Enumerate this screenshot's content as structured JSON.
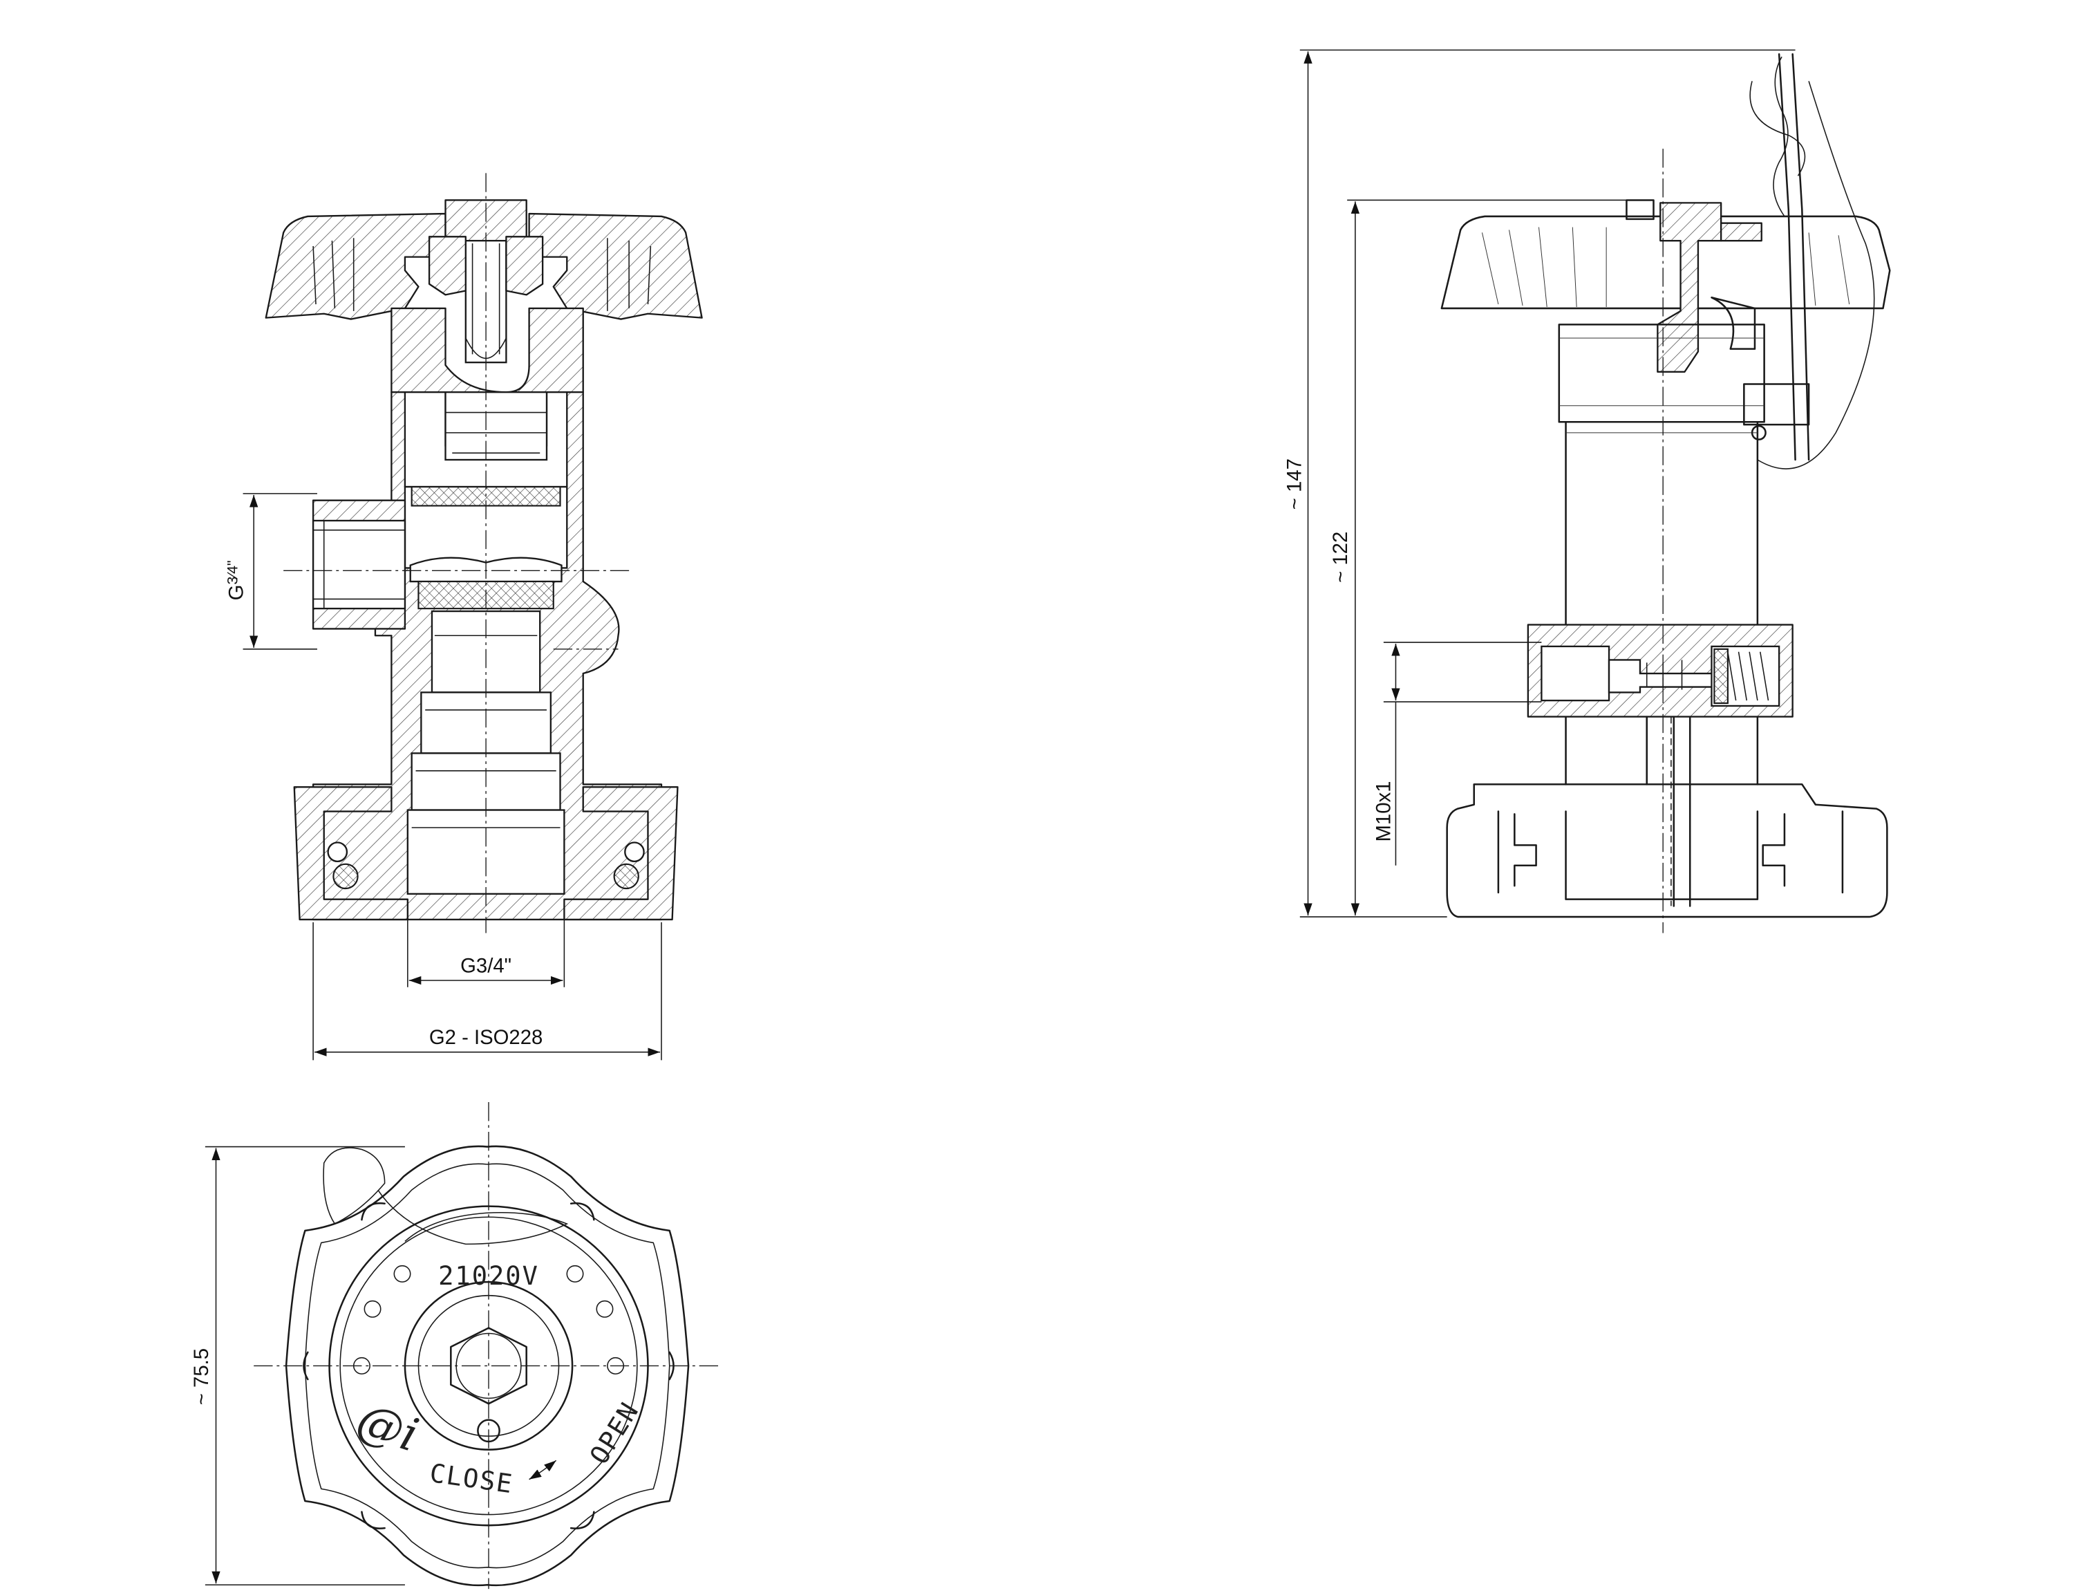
{
  "dimensions": {
    "side_port_thread": "G",
    "side_port_fraction": "3⁄4\"",
    "bottom_port_thread": "G3/4\"",
    "connection_thread": "G2 - ISO228",
    "total_height": "~ 147",
    "body_height": "~ 122",
    "test_port_thread": "M10x1",
    "handwheel_diameter": "~ 75.5"
  },
  "handwheel_markings": {
    "rating": "21020V",
    "logo": "@i",
    "close_label": "CLOSE",
    "open_label": "OPEN"
  },
  "icons": {
    "direction_arrow": "double-headed-arrow"
  }
}
